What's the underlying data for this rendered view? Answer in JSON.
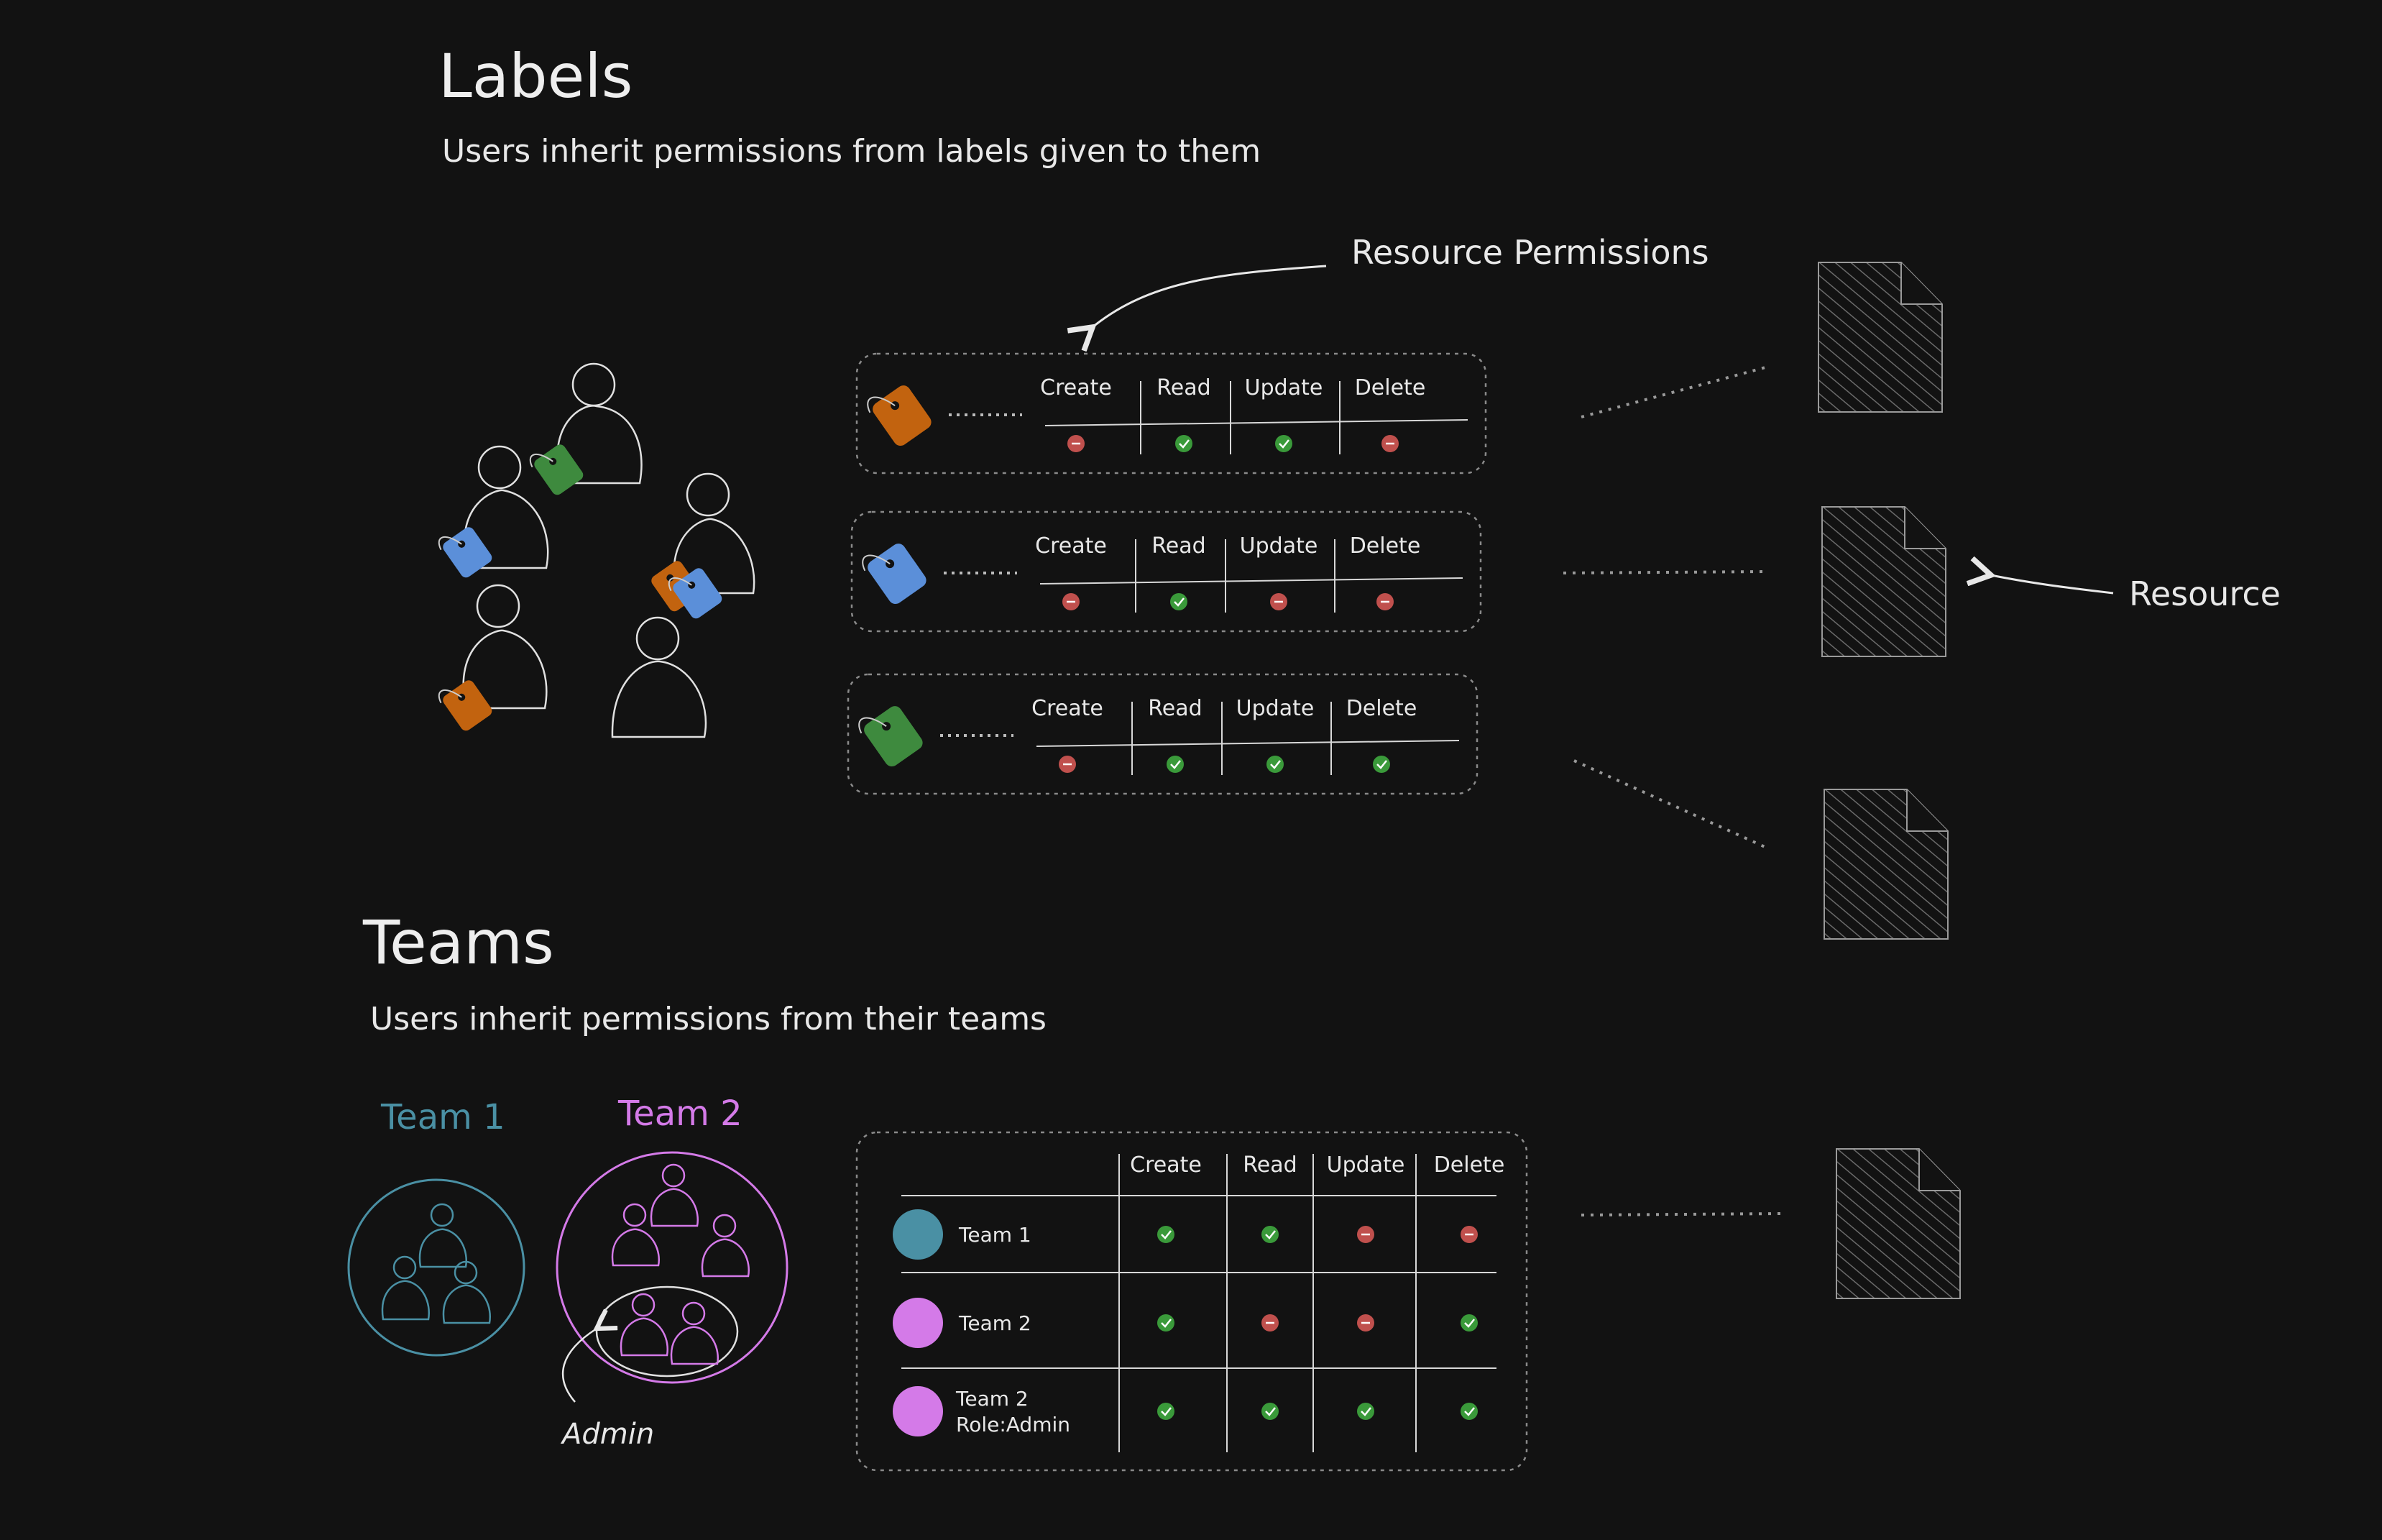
{
  "labels_section": {
    "title": "Labels",
    "subtitle": "Users inherit permissions from labels given to them",
    "resource_permissions_note": "Resource Permissions",
    "resource_note": "Resource",
    "columns": [
      "Create",
      "Read",
      "Update",
      "Delete"
    ],
    "rows": [
      {
        "label_color": "#c2630f",
        "create": "deny",
        "read": "allow",
        "update": "allow",
        "delete": "deny"
      },
      {
        "label_color": "#5b8fd9",
        "create": "deny",
        "read": "allow",
        "update": "deny",
        "delete": "deny"
      },
      {
        "label_color": "#3e8a3e",
        "create": "deny",
        "read": "allow",
        "update": "allow",
        "delete": "allow"
      }
    ]
  },
  "teams_section": {
    "title": "Teams",
    "subtitle": "Users inherit permissions from their teams",
    "team1_label": "Team 1",
    "team2_label": "Team 2",
    "admin_note": "Admin",
    "team1_color": "#4a90a4",
    "team2_color": "#d47ae8",
    "columns": [
      "Create",
      "Read",
      "Update",
      "Delete"
    ],
    "rows": [
      {
        "name": "Team 1",
        "role": "",
        "color": "#4a90a4",
        "create": "allow",
        "read": "allow",
        "update": "deny",
        "delete": "deny"
      },
      {
        "name": "Team 2",
        "role": "",
        "color": "#d47ae8",
        "create": "allow",
        "read": "deny",
        "update": "deny",
        "delete": "allow"
      },
      {
        "name": "Team 2",
        "role": "Role:Admin",
        "color": "#d47ae8",
        "create": "allow",
        "read": "allow",
        "update": "allow",
        "delete": "allow"
      }
    ]
  },
  "colors": {
    "allow": "#3a9a3a",
    "deny": "#c0504d",
    "line": "#d8d8d8",
    "dotted": "#9a9a9a"
  }
}
